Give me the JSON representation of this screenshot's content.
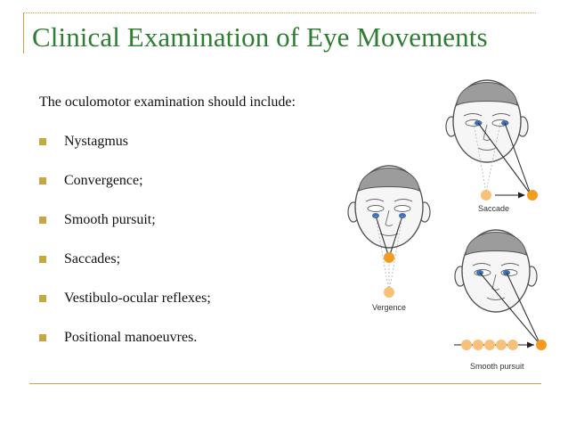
{
  "title": "Clinical Examination of Eye Movements",
  "intro": "The oculomotor examination should include:",
  "bullets": [
    "Nystagmus",
    "Convergence;",
    "Smooth pursuit;",
    "Saccades;",
    "Vestibulo-ocular reflexes;",
    "Positional manoeuvres."
  ],
  "figure": {
    "labels": {
      "saccade": "Saccade",
      "vergence": "Vergence",
      "smooth_pursuit": "Smooth pursuit"
    }
  },
  "colors": {
    "title": "#2e7d32",
    "accent": "#c8a640",
    "target": "#f5a623",
    "iris": "#3f6fb5"
  }
}
